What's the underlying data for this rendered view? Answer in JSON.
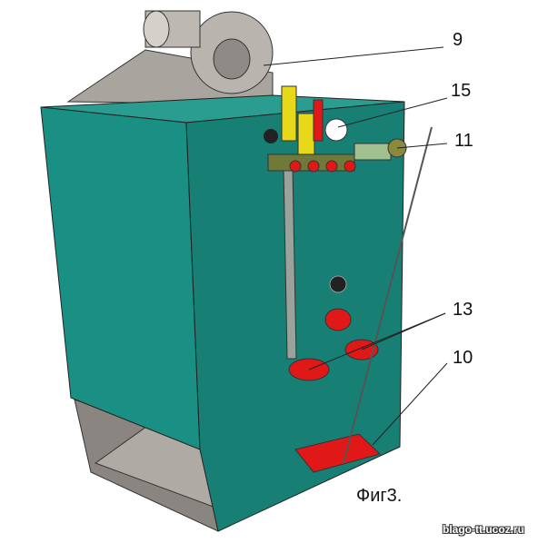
{
  "callouts": [
    {
      "id": "9",
      "label": "9"
    },
    {
      "id": "15",
      "label": "15"
    },
    {
      "id": "11",
      "label": "11"
    },
    {
      "id": "13",
      "label": "13"
    },
    {
      "id": "10",
      "label": "10"
    }
  ],
  "caption": "Фиг3.",
  "watermark": "blago-tt.ucoz.ru",
  "colors": {
    "body": "#1a8f83",
    "body_side": "#187f75",
    "steel": "#a8a29c",
    "red": "#e01818",
    "yellow": "#e8d81a"
  }
}
